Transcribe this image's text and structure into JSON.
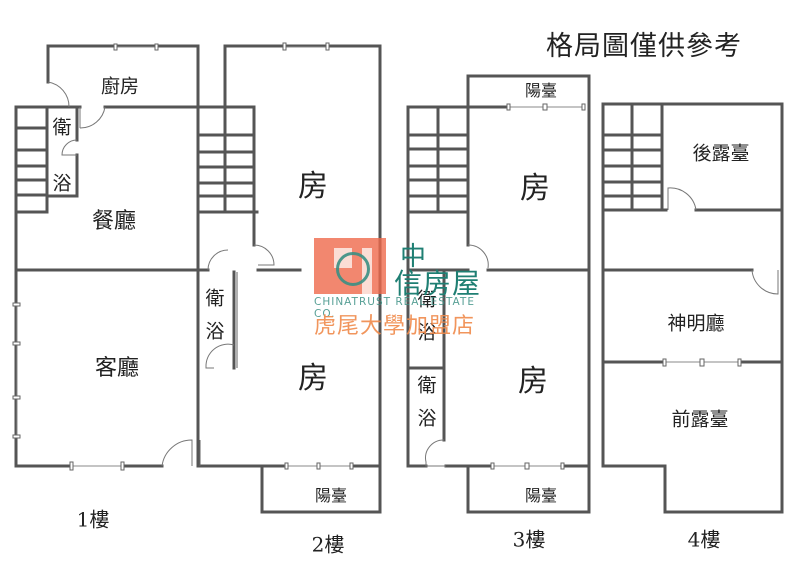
{
  "title": "格局圖僅供參考",
  "floors": [
    {
      "label": "1樓",
      "rooms": [
        "廚房",
        "衛",
        "浴",
        "餐廳",
        "客廳"
      ]
    },
    {
      "label": "2樓",
      "rooms": [
        "房",
        "衛浴",
        "房",
        "陽臺"
      ]
    },
    {
      "label": "3樓",
      "rooms": [
        "陽臺",
        "房",
        "衛浴",
        "衛浴",
        "房",
        "陽臺"
      ]
    },
    {
      "label": "4樓",
      "rooms": [
        "後露臺",
        "神明廳",
        "前露臺"
      ]
    }
  ],
  "watermark": {
    "brand_zh_top": "中",
    "brand_zh": "信房屋",
    "brand_en": "CHINATRUST REAL ESTATE CO.",
    "store": "虎尾大學加盟店",
    "colors": {
      "red": "#ef6a4c",
      "teal": "#1f7f73",
      "orange": "#f08a4b"
    }
  }
}
